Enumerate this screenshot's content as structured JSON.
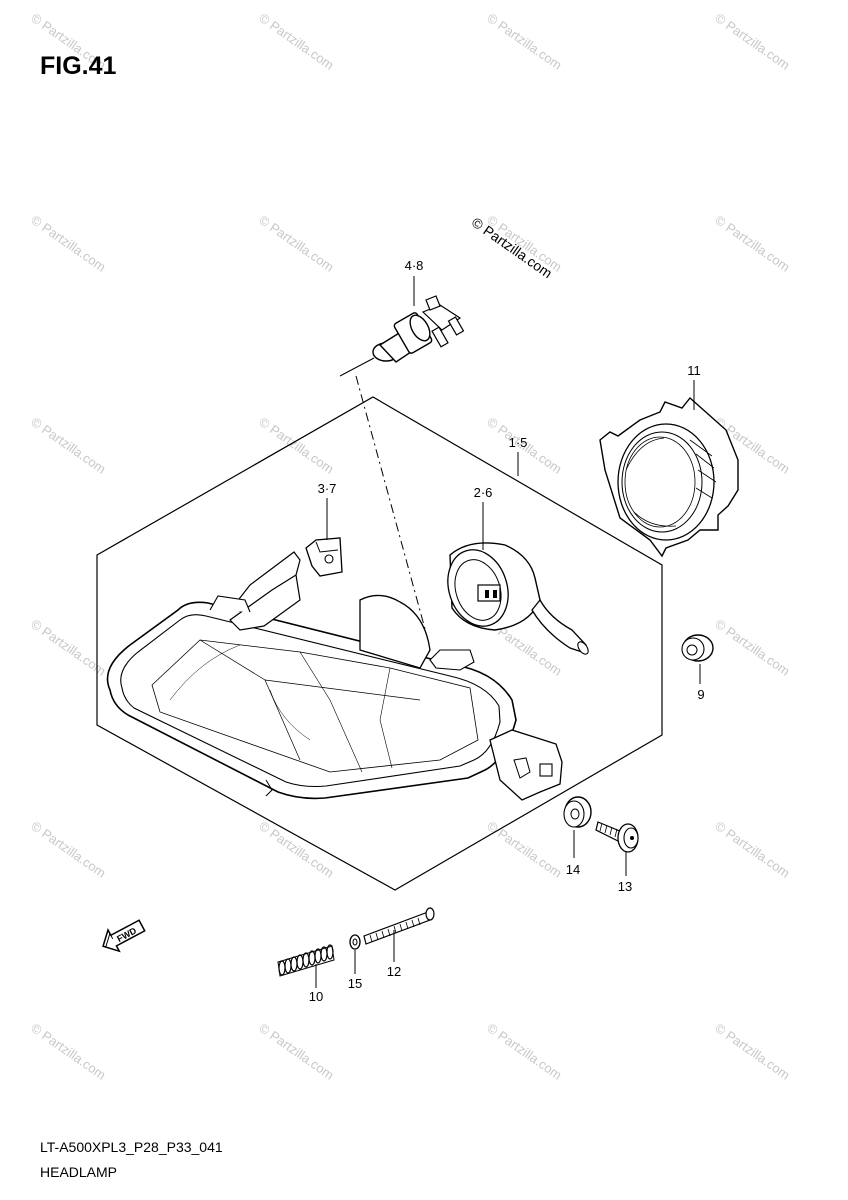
{
  "figure": {
    "title": "FIG.41",
    "model_code": "LT-A500XPL3_P28_P33_041",
    "section_name": "HEADLAMP",
    "copyright": "© Partzilla.com",
    "watermark": "© Partzilla.com",
    "fwd_label": "FWD"
  },
  "callouts": [
    {
      "id": "bulb",
      "label": "4·8"
    },
    {
      "id": "headlamp-assembly",
      "label": "1·5"
    },
    {
      "id": "socket",
      "label": "2·6"
    },
    {
      "id": "clip",
      "label": "3·7"
    },
    {
      "id": "bulb-cover",
      "label": "11"
    },
    {
      "id": "grommet",
      "label": "9"
    },
    {
      "id": "cushion",
      "label": "14"
    },
    {
      "id": "bolt",
      "label": "13"
    },
    {
      "id": "spring",
      "label": "10"
    },
    {
      "id": "washer",
      "label": "15"
    },
    {
      "id": "adjust-screw",
      "label": "12"
    }
  ],
  "colors": {
    "line": "#000000",
    "watermark": "#c8c8c8",
    "background": "#ffffff"
  }
}
